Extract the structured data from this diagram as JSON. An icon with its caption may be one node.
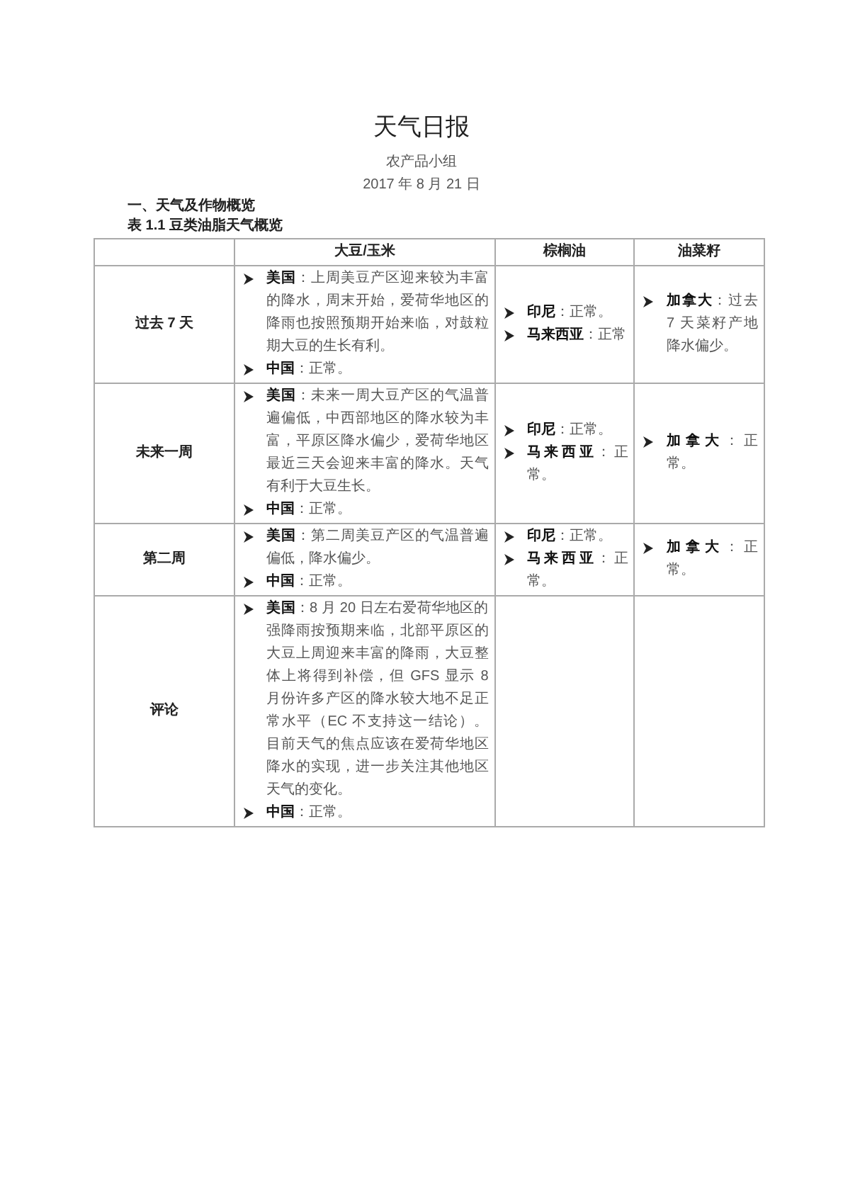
{
  "diagram": {
    "title": "天气日报",
    "labels": [
      "农产品小组",
      "2017 年 8 月 21 日",
      "一、天气及作物概览",
      "表 1.1 豆类油脂天气概览",
      "大豆/玉米",
      "棕榈油",
      "油菜籽",
      "过去 7 天",
      "**美国**：上周美豆产区迎来较为丰富的降水，周末开始，爱荷华地区的降雨也按照预期开始来临，对鼓粒期大豆的生长有利。",
      "**中国**：正常。",
      "**印尼**：正常。",
      "**马来西亚**：正常",
      "**加拿大**：过去 7 天菜籽产地降水偏少。",
      "未来一周",
      "**美国**：未来一周大豆产区的气温普遍偏低，中西部地区的降水较为丰富，平原区降水偏少，爱荷华地区最近三天会迎来丰富的降水。天气有利于大豆生长。",
      "**中国**：正常。",
      "**印尼**：正常。",
      "**马来西亚**：正常。",
      "**加拿大**：正常。",
      "第二周",
      "**美国**：第二周美豆产区的气温普遍偏低，降水偏少。",
      "**中国**：正常。",
      "**印尼**：正常。",
      "**马来西亚**：正常。",
      "**加拿大**：正常。",
      "评论",
      "**美国**：8 月 20 日左右爱荷华地区的强降雨按预期来临，北部平原区的大豆上周迎来丰富的降雨，大豆整体上将得到补偿，但 GFS 显示 8 月份许多产区的降水较大地不足正常水平（EC 不支持这一结论）。目前天气的焦点应该在爱荷华地区降水的实现，进一步关注其他地区天气的变化。",
      "**中国**：正常。"
    ]
  }
}
